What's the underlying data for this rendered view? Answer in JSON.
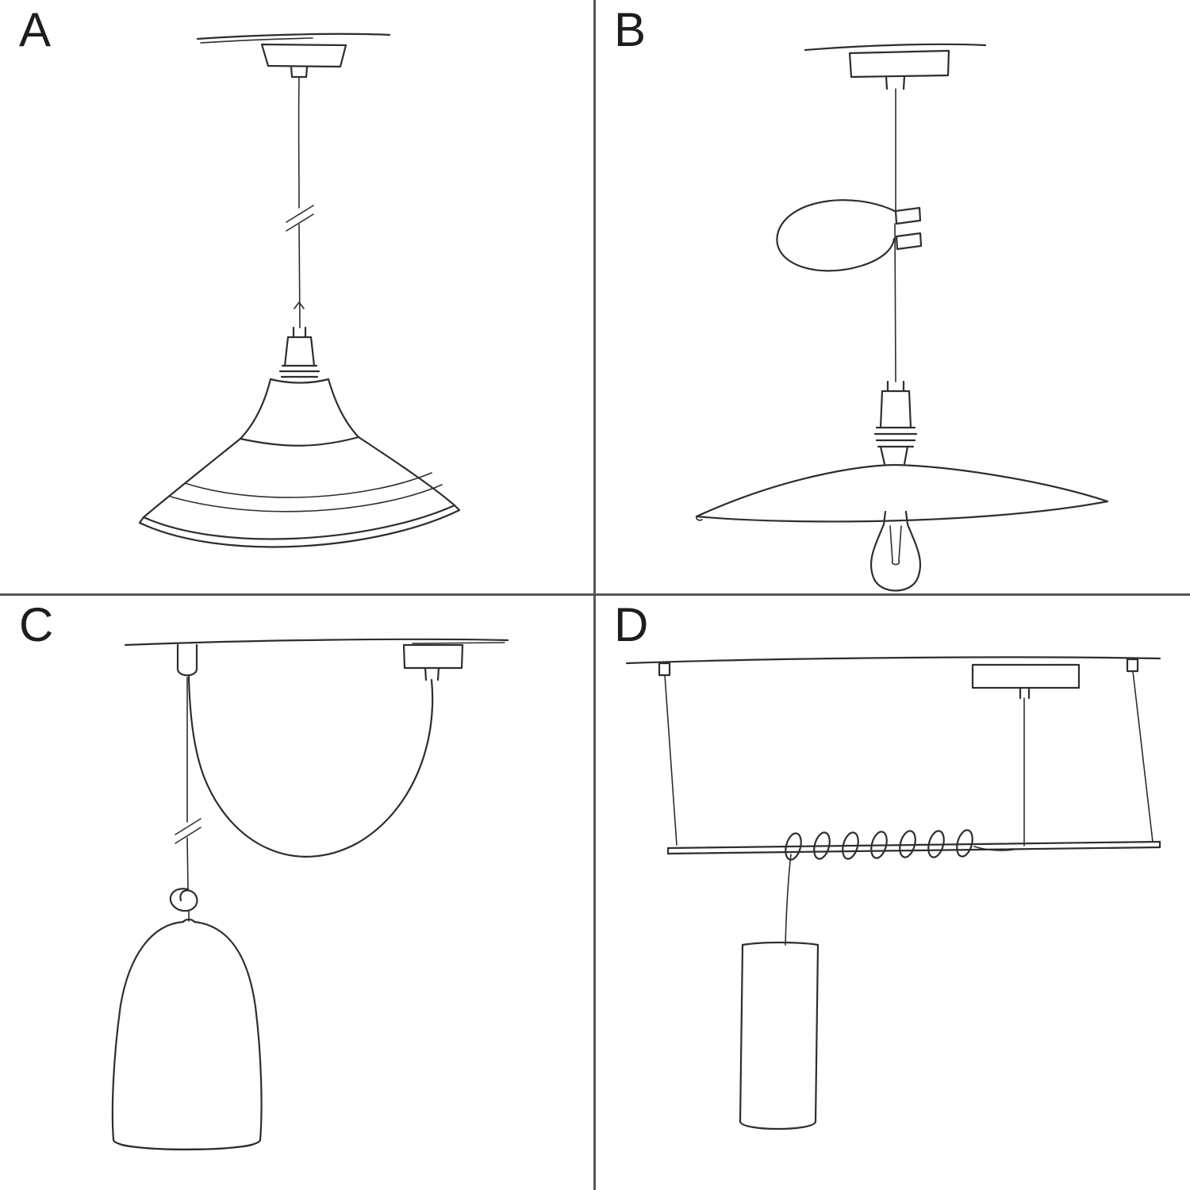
{
  "colors": {
    "background": "#ffffff",
    "divider": "#55565a",
    "text": "#1d1d1f",
    "sketch": "#2e2e30"
  },
  "panels": [
    {
      "label": "A"
    },
    {
      "label": "B"
    },
    {
      "label": "C"
    },
    {
      "label": "D"
    }
  ]
}
